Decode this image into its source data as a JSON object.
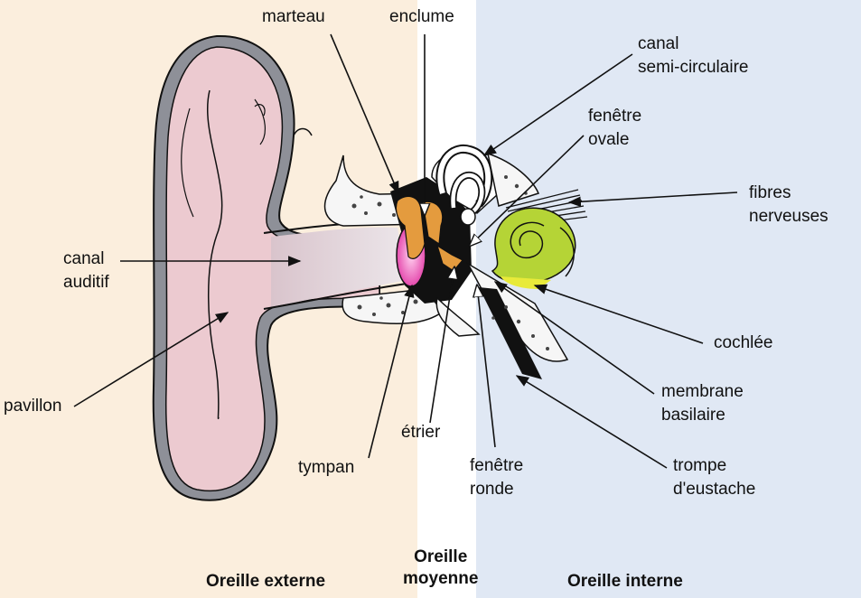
{
  "sections": {
    "external": "Oreille externe",
    "middle": "Oreille\nmoyenne",
    "inner": "Oreille interne"
  },
  "labels": {
    "marteau": "marteau",
    "enclume": "enclume",
    "canal_semi": "canal\nsemi-circulaire",
    "fenetre_ovale": "fenêtre\novale",
    "fibres": "fibres\nnerveuses",
    "canal_auditif": "canal\nauditif",
    "cochlee": "cochlée",
    "membrane": "membrane\nbasilaire",
    "pavillon": "pavillon",
    "etrier": "étrier",
    "tympan": "tympan",
    "fenetre_ronde": "fenêtre\nronde",
    "trompe": "trompe\nd'eustache"
  },
  "colors": {
    "external_bg": "#fbeedd",
    "middle_bg": "#ffffff",
    "inner_bg": "#e0e8f4",
    "pinna": "#ecc9cf",
    "pinna_rim": "#a9aab0",
    "cochlea": "#b5d436",
    "ossicles": "#e49b3e",
    "eardrum": "#e64bb0"
  }
}
